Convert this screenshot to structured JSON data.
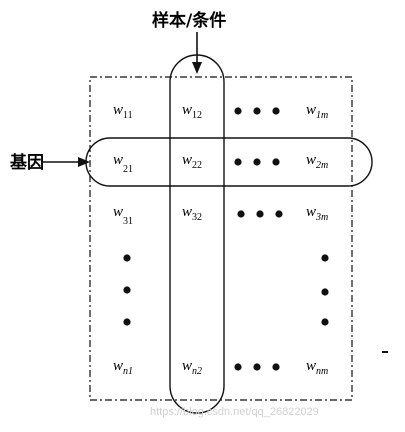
{
  "labels": {
    "column_label": "样本/条件",
    "row_label": "基因"
  },
  "matrix": {
    "rows": [
      {
        "c1": {
          "base": "w",
          "sub": "11"
        },
        "c2": {
          "base": "w",
          "sub": "12"
        },
        "c3": {
          "base": "w",
          "sub": "1m"
        }
      },
      {
        "c1": {
          "base": "w",
          "sub": "21"
        },
        "c2": {
          "base": "w",
          "sub": "22"
        },
        "c3": {
          "base": "w",
          "sub": "2m"
        }
      },
      {
        "c1": {
          "base": "w",
          "sub": "31"
        },
        "c2": {
          "base": "w",
          "sub": "32"
        },
        "c3": {
          "base": "w",
          "sub": "3m"
        }
      },
      {
        "c1": {
          "base": "w",
          "sub": "n1"
        },
        "c2": {
          "base": "w",
          "sub": "n2"
        },
        "c3": {
          "base": "w",
          "sub": "nm"
        }
      }
    ]
  },
  "watermark": "https://blog.csdn.net/qq_26822029",
  "colors": {
    "ink": "#111111",
    "watermark": "#d0d0d0"
  }
}
